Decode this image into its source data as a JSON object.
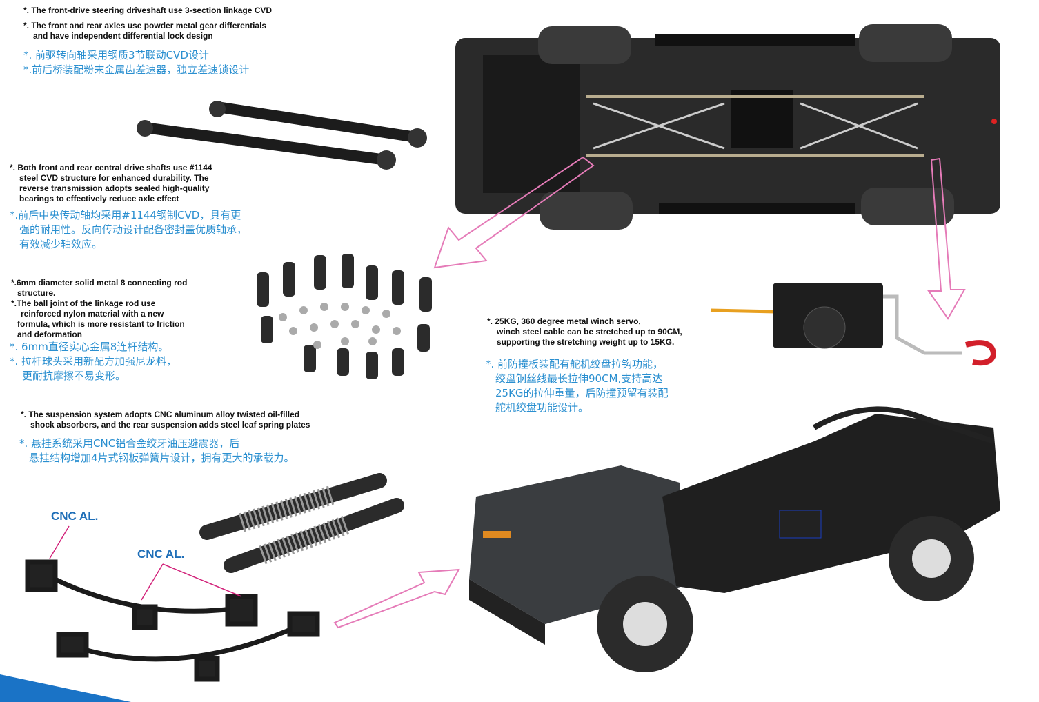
{
  "colors": {
    "text_en": "#111111",
    "text_cn": "#2a8fd0",
    "arrow": "#e57bb8",
    "cnc_label": "#1f6fb8",
    "chassis": "#1c1c1c"
  },
  "driveshaft": {
    "en": [
      "*. The front-drive steering driveshaft  use  3-section linkage CVD",
      "*. The front and rear axles use powder metal gear differentials",
      "and have independent differential lock design"
    ],
    "cn": [
      "*. 前驱转向轴采用钢质3节联动CVD设计",
      "*.前后桥装配粉末金属齿差速器，独立差速锁设计"
    ]
  },
  "central_shafts": {
    "en": [
      "*. Both front and rear central drive shafts use #1144",
      "steel CVD structure for enhanced durability. The",
      "reverse transmission adopts sealed high-quality",
      "bearings to effectively reduce axle effect"
    ],
    "cn": [
      "*.前后中央传动轴均采用#1144钢制CVD，具有更",
      "强的耐用性。反向传动设计配备密封盖优质轴承，",
      "有效减少轴效应。"
    ]
  },
  "linkage": {
    "en": [
      "*.6mm diameter solid metal 8 connecting rod",
      "structure.",
      "*.The ball joint of the linkage rod use",
      "reinforced nylon material with a new",
      "formula, which is more resistant to friction",
      "and deformation"
    ],
    "cn": [
      "*. 6mm直径实心金属8连杆结构。",
      "*. 拉杆球头采用新配方加强尼龙料，",
      "更耐抗摩擦不易变形。"
    ]
  },
  "winch": {
    "en": [
      "*. 25KG, 360 degree metal winch servo,",
      "winch steel cable can be stretched up to 90CM,",
      "supporting the stretching weight up to 15KG."
    ],
    "cn": [
      "*. 前防撞板装配有舵机绞盘拉钩功能，",
      "绞盘钢丝线最长拉伸90CM,支持高达",
      "25KG的拉伸重量，后防撞预留有装配",
      "舵机绞盘功能设计。"
    ]
  },
  "suspension": {
    "en": [
      "*. The suspension system adopts CNC aluminum alloy twisted oil-filled",
      "shock absorbers, and the rear suspension adds steel leaf spring plates"
    ],
    "cn": [
      "*. 悬挂系统采用CNC铝合金绞牙油压避震器，后",
      "悬挂结构增加4片式钢板弹簧片设计，拥有更大的承载力。"
    ]
  },
  "labels": {
    "cnc_1": "CNC AL.",
    "cnc_2": "CNC AL."
  }
}
